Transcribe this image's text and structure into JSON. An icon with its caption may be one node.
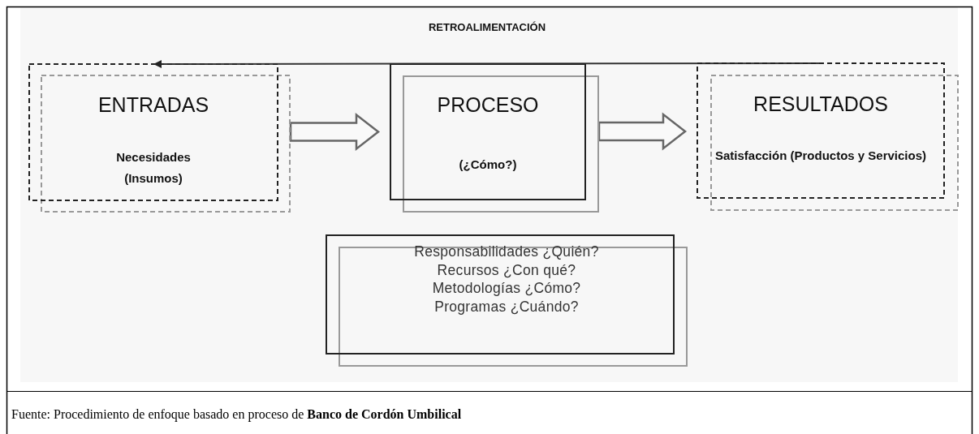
{
  "diagram": {
    "caption": "Fuente: Procedimiento de enfoque basado en proceso de **Banco de Cordón Umbilical**",
    "nodes": [
      {
        "text": [
          "ENTRADAS",
          "Necesidades (Insumos)"
        ]
      },
      {
        "text": [
          "PROCESO",
          "(¿Cómo?)"
        ]
      },
      {
        "text": [
          "RESULTADOS",
          "Satisfacción (Productos y Servicios)"
        ]
      },
      {
        "text": [
          "Responsabilidades ¿Quién?",
          "Recursos ¿Con qué?",
          "Metodologías ¿Cómo?",
          "Programas ¿Cuándo?"
        ]
      }
    ],
    "edges": [
      {
        "from": 2,
        "to": 0,
        "arrow": "to",
        "label": "RETROALIMENTACIÓN"
      },
      {
        "from": 0,
        "to": 1,
        "arrow": "to",
        "style": "thick"
      },
      {
        "from": 1,
        "to": 2,
        "arrow": "to",
        "style": "thick"
      }
    ]
  }
}
